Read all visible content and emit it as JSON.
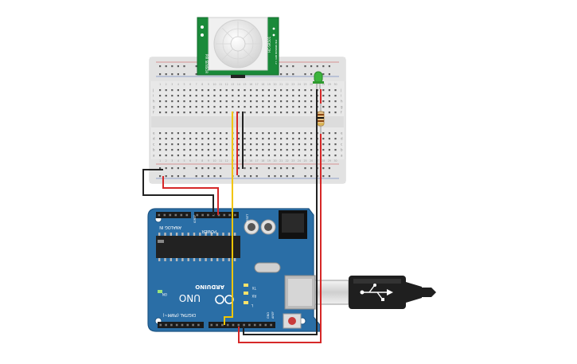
{
  "pir_sensor": {
    "label_left": "PIR SENSOR",
    "label_right": "HC-SR501",
    "label_side": "PIR SENSOR REV 1.2"
  },
  "breadboard": {
    "row_letters_top": [
      "j",
      "i",
      "h",
      "g",
      "f"
    ],
    "row_letters_bottom": [
      "e",
      "d",
      "c",
      "b",
      "a"
    ],
    "column_numbers": [
      "1",
      "2",
      "3",
      "4",
      "5",
      "6",
      "7",
      "8",
      "9",
      "10",
      "11",
      "12",
      "13",
      "14",
      "15",
      "16",
      "17",
      "18",
      "19",
      "20",
      "21",
      "22",
      "23",
      "24",
      "25",
      "26",
      "27",
      "28",
      "29",
      "30"
    ]
  },
  "arduino": {
    "brand": "ARDUINO",
    "model": "UNO",
    "power_header_label": "POWER",
    "analog_header_label": "ANALOG IN",
    "digital_header_label": "DIGITAL (PWM~)",
    "on_label": "ON",
    "tx_label": "TX",
    "rx_label": "RX",
    "l_label": "L",
    "ioref_label": "IOREF",
    "reset_label": "RESET",
    "aref_label": "AREF",
    "gnd_label": "GND"
  },
  "colors": {
    "wire_red": "#d62828",
    "wire_black": "#222222",
    "wire_yellow": "#f2c500",
    "led_green": "#3cb43c",
    "board_blue": "#2a6ea6",
    "pir_green": "#1a8a3a"
  }
}
